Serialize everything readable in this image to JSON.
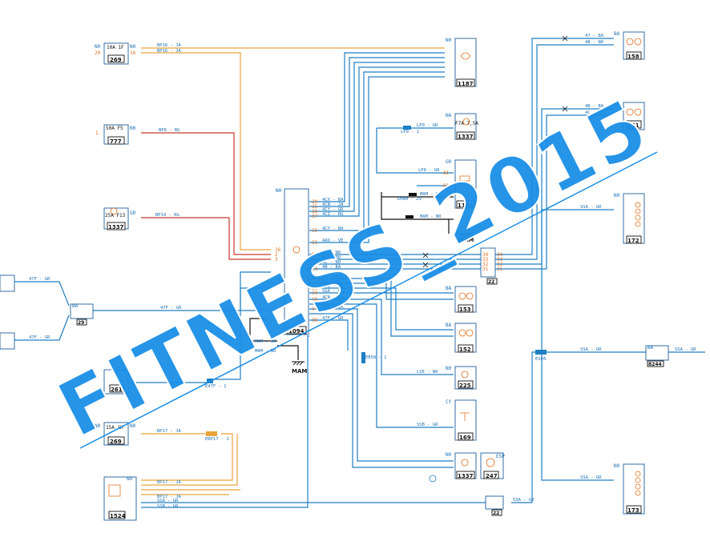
{
  "watermark": "FITNESS_2015",
  "colors": {
    "wire_blue": "#1f7fc4",
    "wire_orange": "#e8a33a",
    "wire_red": "#c63a2e",
    "box_stroke": "#1f5f9a",
    "pin_text": "#e07020",
    "label_blue": "#1a6fb5",
    "watermark_fill": "#1a8ee6"
  },
  "components": {
    "c269a": {
      "id": "269",
      "code": "10A  1F",
      "left": "N0",
      "pin": "20",
      "right": "N0",
      "rpin": "16"
    },
    "c777": {
      "id": "777",
      "code": "50A  F5",
      "right": "N0",
      "lpin": "1"
    },
    "c1337a": {
      "id": "1337",
      "code": "25A  F13",
      "right": "GR"
    },
    "c1187": {
      "id": "1187",
      "conn": "N0"
    },
    "c1337b": {
      "id": "1337",
      "code": "F7A  7,5A",
      "conn": "NA"
    },
    "c1186": {
      "id": "1186",
      "conn": "GR",
      "pins": [
        "A1",
        "B1",
        "A2"
      ]
    },
    "c1094": {
      "id": "1094",
      "conn": "N0"
    },
    "c158": {
      "id": "158",
      "conn": "BA"
    },
    "c151": {
      "id": "151",
      "conn": "BA"
    },
    "c172": {
      "id": "172",
      "conn": "N0"
    },
    "c173": {
      "id": "173",
      "conn": "N0"
    },
    "c153": {
      "id": "153",
      "conn": "BA"
    },
    "c152": {
      "id": "152",
      "conn": "BA"
    },
    "c225": {
      "id": "225",
      "conn": "N0"
    },
    "c169": {
      "id": "169",
      "conn": "CY"
    },
    "c1337c": {
      "id": "1337",
      "conn": "N0"
    },
    "c247": {
      "id": "247",
      "conn": "ESP"
    },
    "c261": {
      "id": "261"
    },
    "c269b": {
      "id": "269",
      "code": "15A  1H",
      "left": "N0",
      "right": "N0"
    },
    "c1524": {
      "id": "1524",
      "conn": "N0"
    },
    "c29": {
      "id": "29",
      "conn": "BA"
    },
    "c22a": {
      "id": "22"
    },
    "c22b": {
      "id": "22"
    },
    "c8244": {
      "id": "8244",
      "conn": "BA"
    }
  },
  "wires": {
    "w1": "BP16 - JA",
    "w2": "BP16 - JA",
    "w3": "BP8 - RG",
    "w4": "BP14 - RG",
    "w5": "LP0 - GR",
    "w6": "LP0 - GR",
    "w7": "MAM - N0",
    "w8": "MAM - N0",
    "w9": "47 - BA",
    "w10": "48 - N0",
    "w11": "4B - BA",
    "w12": "4C - N0",
    "w13": "SSA - GR",
    "w14": "SSA - GR",
    "w15": "SSA - GR",
    "w16": "SSA - GR",
    "w17": "47F - GR",
    "w18": "47F - GR",
    "w19": "47F - GR",
    "w20": "LSE - N0",
    "w21": "SSB - GR",
    "w22": "BP17 - JA",
    "w23": "BP17 - JA",
    "w24": "BP17 - JA",
    "w25": "SSA - GR",
    "w26": "SSB - GR",
    "w27": "MAM - N0",
    "w28": "MAM - N0",
    "w29": "SSA - GR"
  },
  "ground_labels": [
    "MAM",
    "MAM"
  ],
  "splices": [
    "EMAM - 29",
    "ESPA",
    "LP0 - 1",
    "EBP17 - 1",
    "EB58 - 1",
    "E47F - 1"
  ],
  "c1094_pins_left": [
    "26",
    "2",
    "3",
    "22"
  ],
  "c1094_pins_right": [
    "29",
    "15",
    "16",
    "37",
    "15",
    "31",
    "8",
    "11",
    "10",
    "13",
    "5",
    "6",
    "21",
    "19",
    "18",
    "14",
    "38"
  ],
  "c1094_wires_right": [
    "4CX - BA",
    "4CN - JA",
    "4CY - GR",
    "4CZ - RG",
    "4CY - BA",
    "4AO - VE",
    "4T - N0",
    "48 - N0",
    "4C - N0",
    "4B - BA",
    "47 - BA",
    "48 - N0",
    "LSE - N0",
    "SSA - GR",
    "4CN - BA",
    "4C4 - BA",
    "47F - GR"
  ],
  "c22_pins": [
    "34",
    "33",
    "32",
    "31"
  ],
  "c22_pins_r": [
    "34",
    "33",
    "32",
    "31"
  ]
}
